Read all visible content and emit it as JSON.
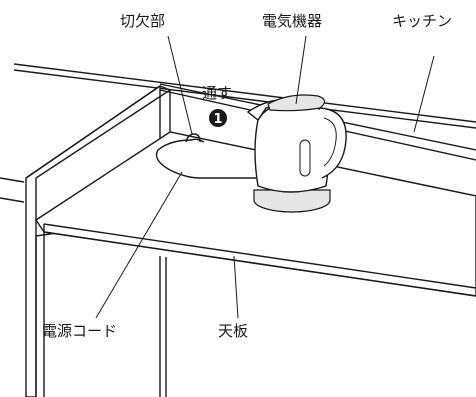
{
  "labels": {
    "cutout": "切欠部",
    "appliance": "電気機器",
    "kitchen": "キッチン",
    "pass_through": "通す",
    "step_marker": "1",
    "power_cord": "電源コード",
    "top_board": "天板"
  },
  "colors": {
    "line": "#1a1a1a",
    "kettle_shade": "#e6e6e6",
    "background": "#ffffff"
  }
}
